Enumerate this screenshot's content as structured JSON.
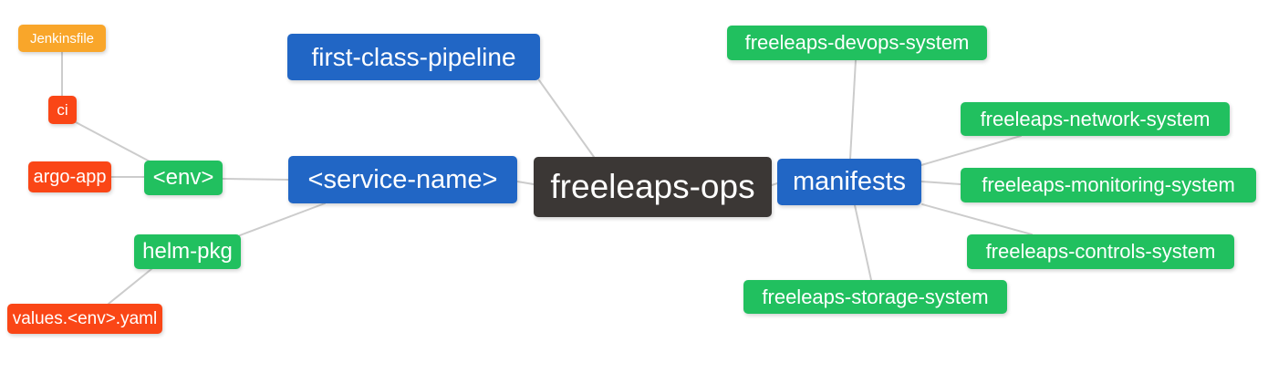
{
  "diagram": {
    "type": "mindmap",
    "background": "#ffffff",
    "palette": {
      "root_node": "#3b3735",
      "branch_node": "#2166c5",
      "green_node": "#21c05f",
      "red_node": "#fa4616",
      "orange_node": "#f9a62a",
      "edge": "#cccccc",
      "text": "#ffffff"
    },
    "nodes": [
      {
        "id": "jenkinsfile",
        "label": "Jenkinsfile",
        "color": "orange"
      },
      {
        "id": "ci",
        "label": "ci",
        "color": "red"
      },
      {
        "id": "argo-app",
        "label": "argo-app",
        "color": "red"
      },
      {
        "id": "env",
        "label": "<env>",
        "color": "green"
      },
      {
        "id": "helm-pkg",
        "label": "helm-pkg",
        "color": "green"
      },
      {
        "id": "values-env-yaml",
        "label": "values.<env>.yaml",
        "color": "red"
      },
      {
        "id": "first-class-pipeline",
        "label": "first-class-pipeline",
        "color": "blue"
      },
      {
        "id": "service-name",
        "label": "<service-name>",
        "color": "blue"
      },
      {
        "id": "freeleaps-ops",
        "label": "freeleaps-ops",
        "color": "root"
      },
      {
        "id": "manifests",
        "label": "manifests",
        "color": "blue"
      },
      {
        "id": "freeleaps-devops-system",
        "label": "freeleaps-devops-system",
        "color": "green"
      },
      {
        "id": "freeleaps-network-system",
        "label": "freeleaps-network-system",
        "color": "green"
      },
      {
        "id": "freeleaps-monitoring-system",
        "label": "freeleaps-monitoring-system",
        "color": "green"
      },
      {
        "id": "freeleaps-controls-system",
        "label": "freeleaps-controls-system",
        "color": "green"
      },
      {
        "id": "freeleaps-storage-system",
        "label": "freeleaps-storage-system",
        "color": "green"
      }
    ],
    "edges": [
      {
        "from": "jenkinsfile",
        "to": "ci"
      },
      {
        "from": "ci",
        "to": "env"
      },
      {
        "from": "argo-app",
        "to": "env"
      },
      {
        "from": "env",
        "to": "service-name"
      },
      {
        "from": "service-name",
        "to": "helm-pkg"
      },
      {
        "from": "helm-pkg",
        "to": "values-env-yaml"
      },
      {
        "from": "service-name",
        "to": "freeleaps-ops"
      },
      {
        "from": "first-class-pipeline",
        "to": "freeleaps-ops"
      },
      {
        "from": "freeleaps-ops",
        "to": "manifests"
      },
      {
        "from": "manifests",
        "to": "freeleaps-devops-system"
      },
      {
        "from": "manifests",
        "to": "freeleaps-network-system"
      },
      {
        "from": "manifests",
        "to": "freeleaps-monitoring-system"
      },
      {
        "from": "manifests",
        "to": "freeleaps-controls-system"
      },
      {
        "from": "manifests",
        "to": "freeleaps-storage-system"
      }
    ]
  }
}
